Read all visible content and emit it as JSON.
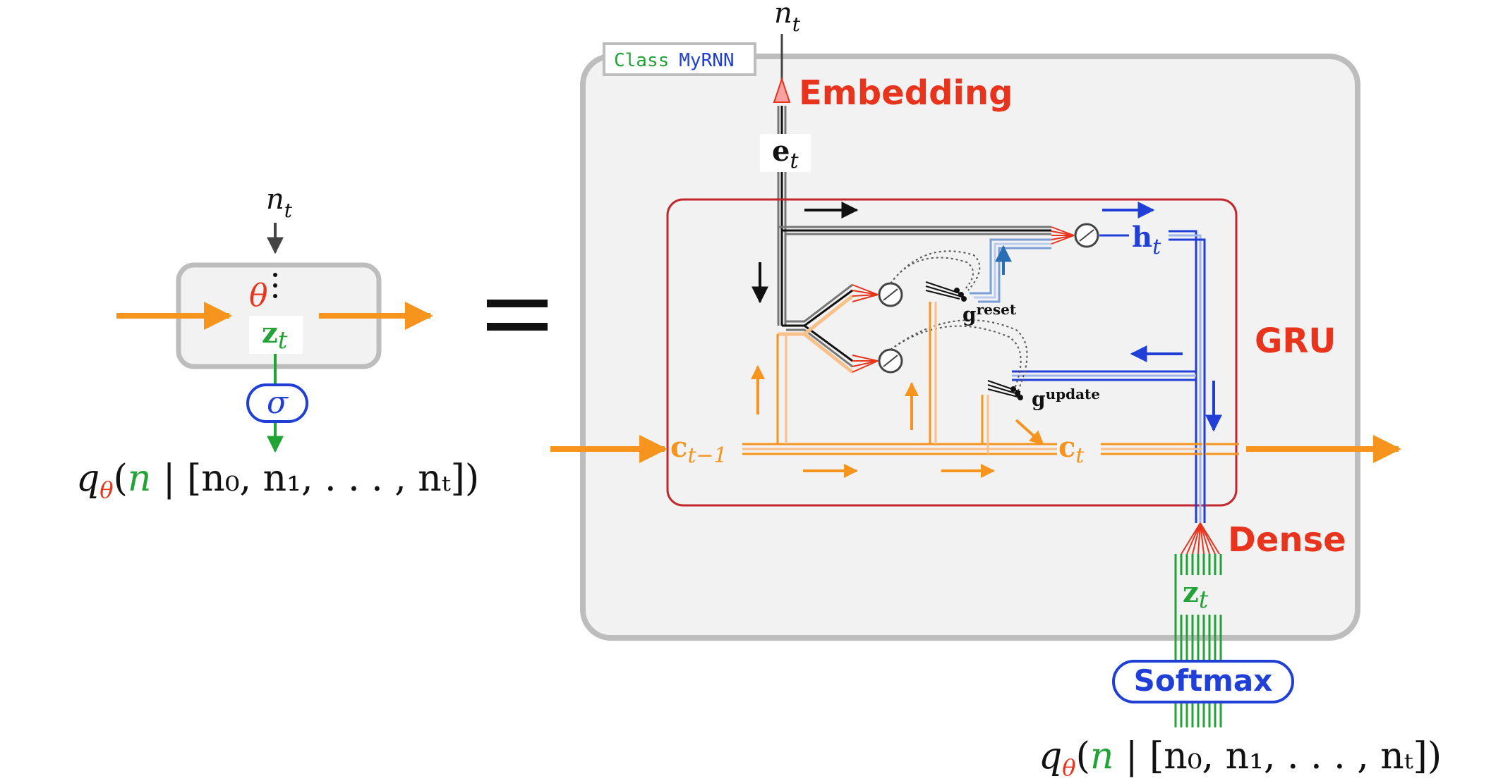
{
  "colors": {
    "orange": "#f7941d",
    "orange_light": "#f9c08a",
    "red": "#e8341c",
    "dark_red": "#c1272d",
    "blue": "#1f3fd6",
    "blue_light": "#9eb6ea",
    "green": "#21a336",
    "gray_box": "#bdbdbd",
    "gray_fill": "#f2f2f2",
    "black": "#111111"
  },
  "left": {
    "input_label": "n",
    "input_sub": "t",
    "theta": "θ",
    "z_main": "z",
    "z_sub": "t",
    "sigma": "σ",
    "output": {
      "q": "q",
      "theta": "θ",
      "open": "(",
      "n": "n",
      "rest": " | [n₀, n₁, . . . , nₜ])"
    }
  },
  "equals": "=",
  "right": {
    "input_label": "n",
    "input_sub": "t",
    "class_keyword": "Class",
    "class_name": "MyRNN",
    "embedding": "Embedding",
    "e_main": "e",
    "e_sub": "t",
    "gru": "GRU",
    "h_main": "h",
    "h_sub": "t",
    "g_reset_main": "g",
    "g_reset_sup": "reset",
    "g_update_main": "g",
    "g_update_sup": "update",
    "c_prev_main": "c",
    "c_prev_sub": "t−1",
    "c_main": "c",
    "c_sub": "t",
    "dense": "Dense",
    "z_main": "z",
    "z_sub": "t",
    "softmax": "Softmax",
    "output": {
      "q": "q",
      "theta": "θ",
      "open": "(",
      "n": "n",
      "rest": " | [n₀, n₁, . . . , nₜ])"
    }
  }
}
